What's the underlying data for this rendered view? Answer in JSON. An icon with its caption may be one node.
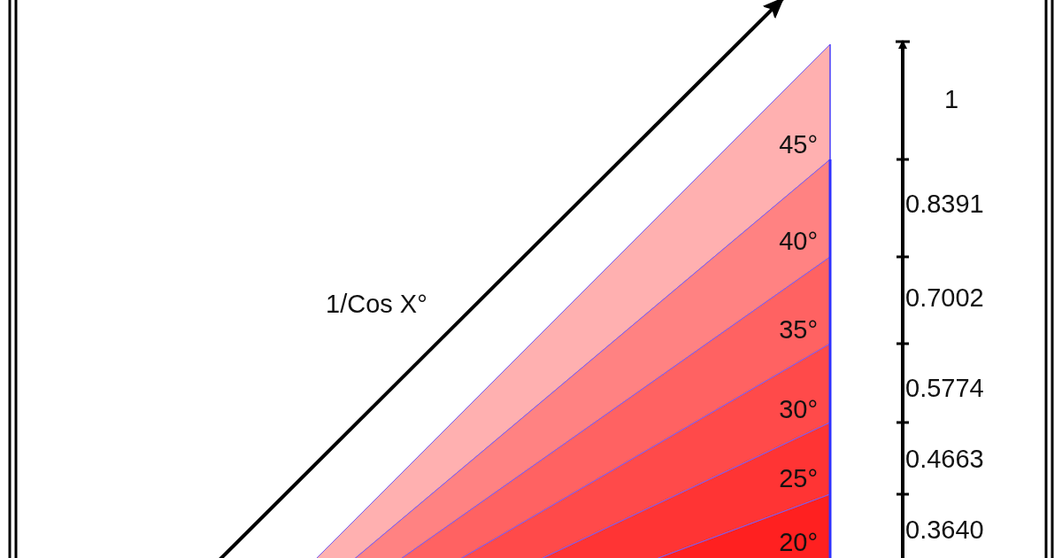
{
  "diagram": {
    "nodes": [
      {
        "text": [
          "45°"
        ]
      },
      {
        "text": [
          "40°"
        ]
      },
      {
        "text": [
          "35°"
        ]
      },
      {
        "text": [
          "30°"
        ]
      },
      {
        "text": [
          "25°"
        ]
      },
      {
        "text": [
          "20°"
        ]
      }
    ],
    "labels": [
      "1/Cos X°",
      "1",
      "0.8391",
      "0.7002",
      "0.5774",
      "0.4663",
      "0.3640"
    ]
  }
}
